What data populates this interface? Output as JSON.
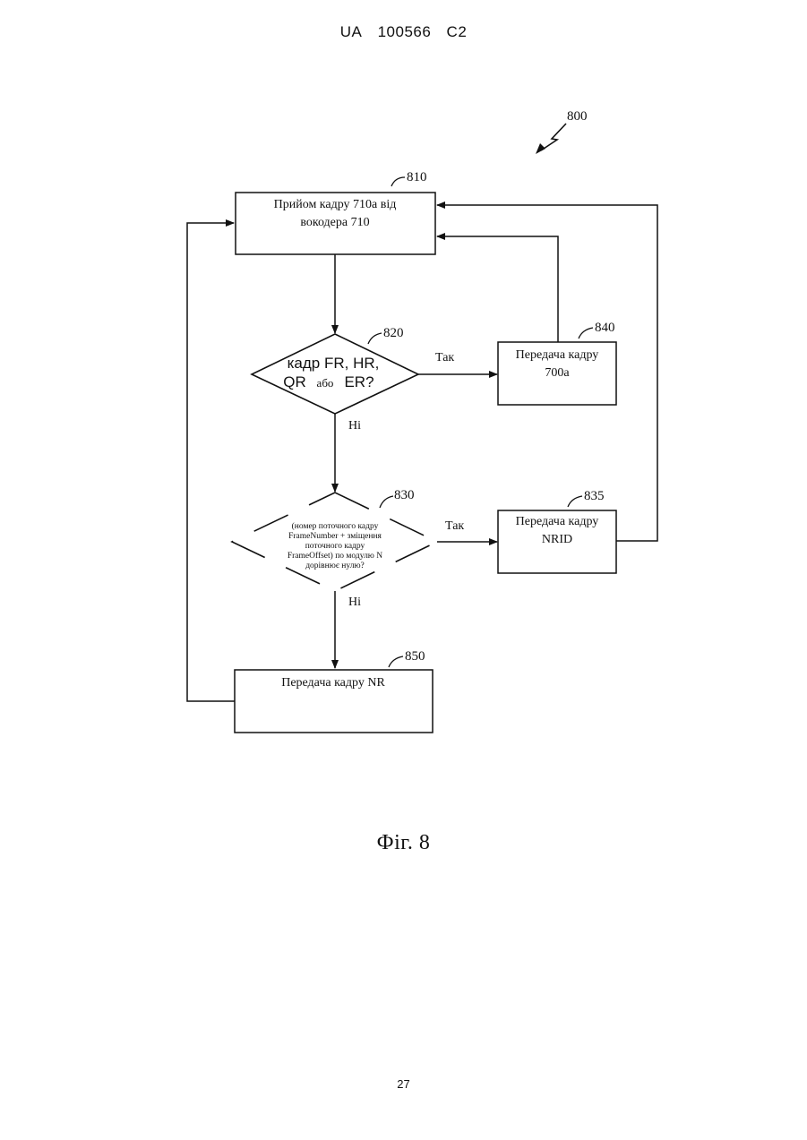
{
  "header": {
    "country": "UA",
    "number": "100566",
    "kind": "C2"
  },
  "diagram": {
    "ref_main": "800",
    "box_810": {
      "ref": "810",
      "line1": "Прийом кадру 710а від",
      "line2": "вокодера 710"
    },
    "dec_820": {
      "ref": "820",
      "line1": "кадр FR, HR,",
      "line2_a": "QR",
      "line2_b": "або",
      "line2_c": "ER?"
    },
    "box_840": {
      "ref": "840",
      "line1": "Передача кадру",
      "line2": "700а"
    },
    "dec_830": {
      "ref": "830",
      "lines": [
        "(номер поточного кадру",
        "FrameNumber + зміщення",
        "поточного кадру",
        "FrameOffset) по модулю N",
        "дорівнює нулю?"
      ]
    },
    "box_835": {
      "ref": "835",
      "line1": "Передача кадру",
      "line2": "NRID"
    },
    "box_850": {
      "ref": "850",
      "line1": "Передача кадру NR"
    },
    "labels": {
      "yes_820": "Так",
      "no_820": "Ні",
      "yes_830": "Так",
      "no_830": "Ні"
    }
  },
  "caption": "Фіг. 8",
  "page_number": "27"
}
